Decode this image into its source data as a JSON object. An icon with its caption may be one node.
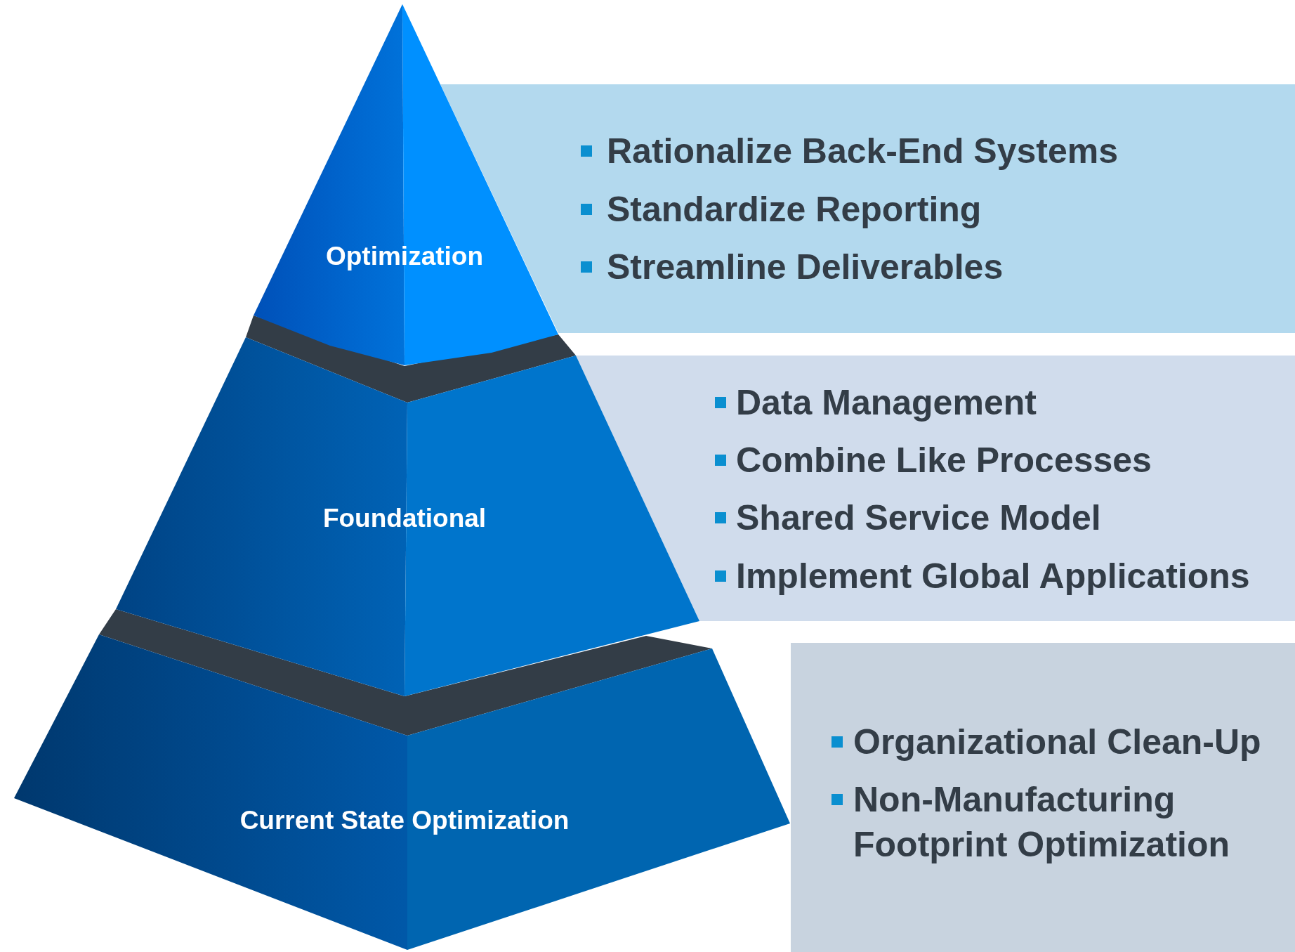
{
  "diagram": {
    "nodes": [
      {
        "text": [
          "Optimization"
        ]
      },
      {
        "text": [
          "Rationalize Back-End Systems",
          "Standardize Reporting",
          "Streamline Deliverables"
        ]
      },
      {
        "text": [
          "Foundational"
        ]
      },
      {
        "text": [
          "Data Management",
          "Combine Like Processes",
          "Shared Service Model",
          "Implement Global Applications"
        ]
      },
      {
        "text": [
          "Current State Optimization"
        ]
      },
      {
        "text": [
          "Organizational Clean-Up",
          "Non-Manufacturing Footprint Optimization"
        ]
      }
    ]
  }
}
